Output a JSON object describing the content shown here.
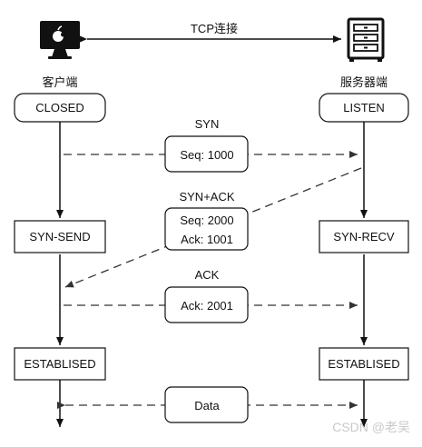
{
  "header": {
    "link_label": "TCP连接"
  },
  "client": {
    "label": "客户端",
    "icon": "computer-icon",
    "states": {
      "initial": "CLOSED",
      "middle": "SYN-SEND",
      "final": "ESTABLISED"
    }
  },
  "server": {
    "label": "服务器端",
    "icon": "server-icon",
    "states": {
      "initial": "LISTEN",
      "middle": "SYN-RECV",
      "final": "ESTABLISED"
    }
  },
  "messages": {
    "syn": {
      "title": "SYN",
      "line1": "Seq: 1000"
    },
    "synack": {
      "title": "SYN+ACK",
      "line1": "Seq: 2000",
      "line2": "Ack: 1001"
    },
    "ack": {
      "title": "ACK",
      "line1": "Ack: 2001"
    },
    "data": {
      "line1": "Data"
    }
  },
  "watermark": "CSDN @老吴"
}
